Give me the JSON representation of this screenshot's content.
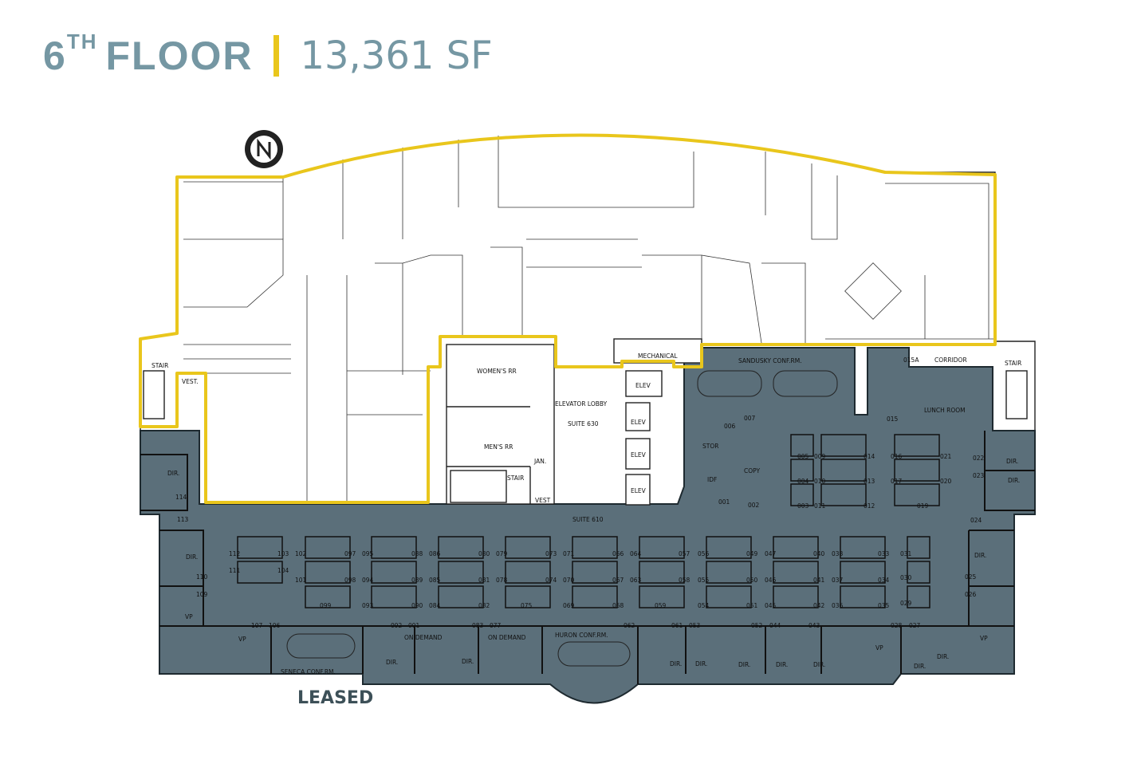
{
  "header": {
    "floor_number": "6",
    "floor_suffix": "TH",
    "floor_word": "FLOOR",
    "area": "13,361 SF"
  },
  "colors": {
    "title": "#7597a3",
    "divider": "#e9c61c",
    "available_outline": "#e9c61c",
    "leased_fill": "#5b6f7a"
  },
  "legend": {
    "leased": "LEASED"
  },
  "icons": {
    "north_arrow": "north-arrow-icon"
  },
  "rooms": [
    "STAIR",
    "VEST.",
    "WOMEN'S RR",
    "MEN'S RR",
    "JAN.",
    "STAIR",
    "VEST",
    "ELEVATOR LOBBY",
    "SUITE 630",
    "MECHANICAL",
    "ELEV",
    "ELEV",
    "ELEV",
    "ELEV",
    "SANDUSKY CONF.RM.",
    "CORRIDOR",
    "STAIR",
    "LUNCH ROOM",
    "STOR",
    "IDF",
    "COPY",
    "SUITE 610",
    "DIR.",
    "DIR.",
    "DIR.",
    "VP",
    "VP",
    "SENECA CONF.RM.",
    "DIR.",
    "ON DEMAND",
    "DIR.",
    "ON DEMAND",
    "HURON CONF.RM.",
    "DIR.",
    "DIR.",
    "DIR.",
    "DIR.",
    "DIR.",
    "VP",
    "DIR.",
    "VP",
    "DIR.",
    "DIR.",
    "DIR."
  ],
  "room_numbers": [
    "015A",
    "007",
    "006",
    "015",
    "001",
    "002",
    "022",
    "023",
    "024",
    "025",
    "026",
    "113",
    "114",
    "110",
    "109",
    "107",
    "106",
    "092",
    "091",
    "083",
    "077",
    "062",
    "061",
    "053",
    "052",
    "044",
    "043",
    "028",
    "027"
  ],
  "workstations": [
    "112",
    "103",
    "111",
    "104",
    "102",
    "097",
    "101",
    "098",
    "099",
    "095",
    "088",
    "094",
    "089",
    "093",
    "090",
    "086",
    "080",
    "085",
    "081",
    "084",
    "082",
    "079",
    "073",
    "078",
    "074",
    "075",
    "071",
    "066",
    "070",
    "067",
    "069",
    "068",
    "064",
    "057",
    "063",
    "058",
    "059",
    "056",
    "049",
    "055",
    "050",
    "054",
    "051",
    "047",
    "040",
    "046",
    "041",
    "045",
    "042",
    "038",
    "033",
    "037",
    "034",
    "036",
    "035",
    "031",
    "030",
    "029",
    "005",
    "009",
    "014",
    "016",
    "021",
    "004",
    "010",
    "013",
    "017",
    "020",
    "003",
    "011",
    "012",
    "019"
  ]
}
